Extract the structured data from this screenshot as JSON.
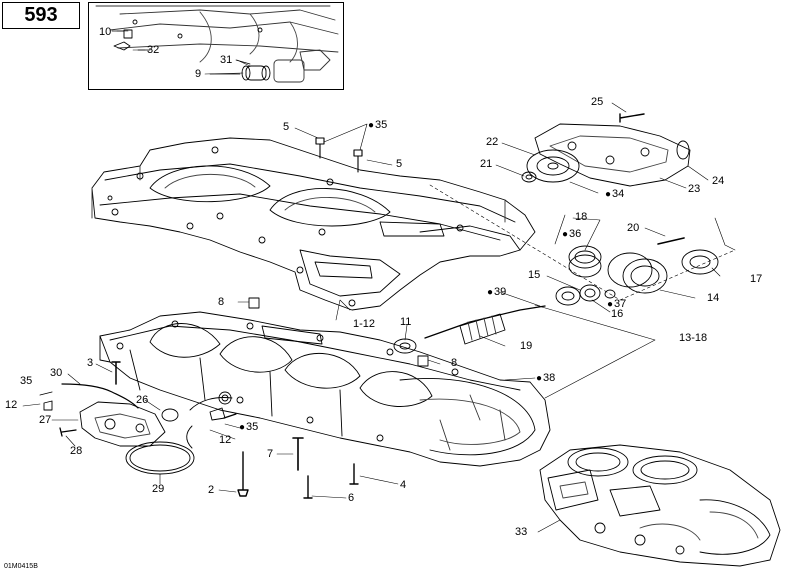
{
  "page_number": "593",
  "reference_code": "01M0415B",
  "callouts": [
    {
      "id": "c10",
      "text": "10"
    },
    {
      "id": "c32",
      "text": "32"
    },
    {
      "id": "c31",
      "text": "31"
    },
    {
      "id": "c9",
      "text": "9"
    },
    {
      "id": "c25",
      "text": "25"
    },
    {
      "id": "c5a",
      "text": "5"
    },
    {
      "id": "c35a",
      "text": "35"
    },
    {
      "id": "c5b",
      "text": "5"
    },
    {
      "id": "c22",
      "text": "22"
    },
    {
      "id": "c21",
      "text": "21"
    },
    {
      "id": "c34",
      "text": "34"
    },
    {
      "id": "c23",
      "text": "23"
    },
    {
      "id": "c24",
      "text": "24"
    },
    {
      "id": "c18",
      "text": "18"
    },
    {
      "id": "c36",
      "text": "36"
    },
    {
      "id": "c20",
      "text": "20"
    },
    {
      "id": "c17",
      "text": "17"
    },
    {
      "id": "c15",
      "text": "15"
    },
    {
      "id": "c37",
      "text": "37"
    },
    {
      "id": "c14",
      "text": "14"
    },
    {
      "id": "c16",
      "text": "16"
    },
    {
      "id": "c39",
      "text": "39"
    },
    {
      "id": "c8a",
      "text": "8"
    },
    {
      "id": "c112",
      "text": "1-12"
    },
    {
      "id": "c11",
      "text": "11"
    },
    {
      "id": "c19",
      "text": "19"
    },
    {
      "id": "c1318",
      "text": "13-18"
    },
    {
      "id": "c3",
      "text": "3"
    },
    {
      "id": "c8b",
      "text": "8"
    },
    {
      "id": "c38",
      "text": "38"
    },
    {
      "id": "c30",
      "text": "30"
    },
    {
      "id": "c35b",
      "text": "35"
    },
    {
      "id": "c12a",
      "text": "12"
    },
    {
      "id": "c26",
      "text": "26"
    },
    {
      "id": "c27",
      "text": "27"
    },
    {
      "id": "c35c",
      "text": "35"
    },
    {
      "id": "c12b",
      "text": "12"
    },
    {
      "id": "c28",
      "text": "28"
    },
    {
      "id": "c7",
      "text": "7"
    },
    {
      "id": "c4",
      "text": "4"
    },
    {
      "id": "c29",
      "text": "29"
    },
    {
      "id": "c2",
      "text": "2"
    },
    {
      "id": "c6",
      "text": "6"
    },
    {
      "id": "c33",
      "text": "33"
    }
  ]
}
